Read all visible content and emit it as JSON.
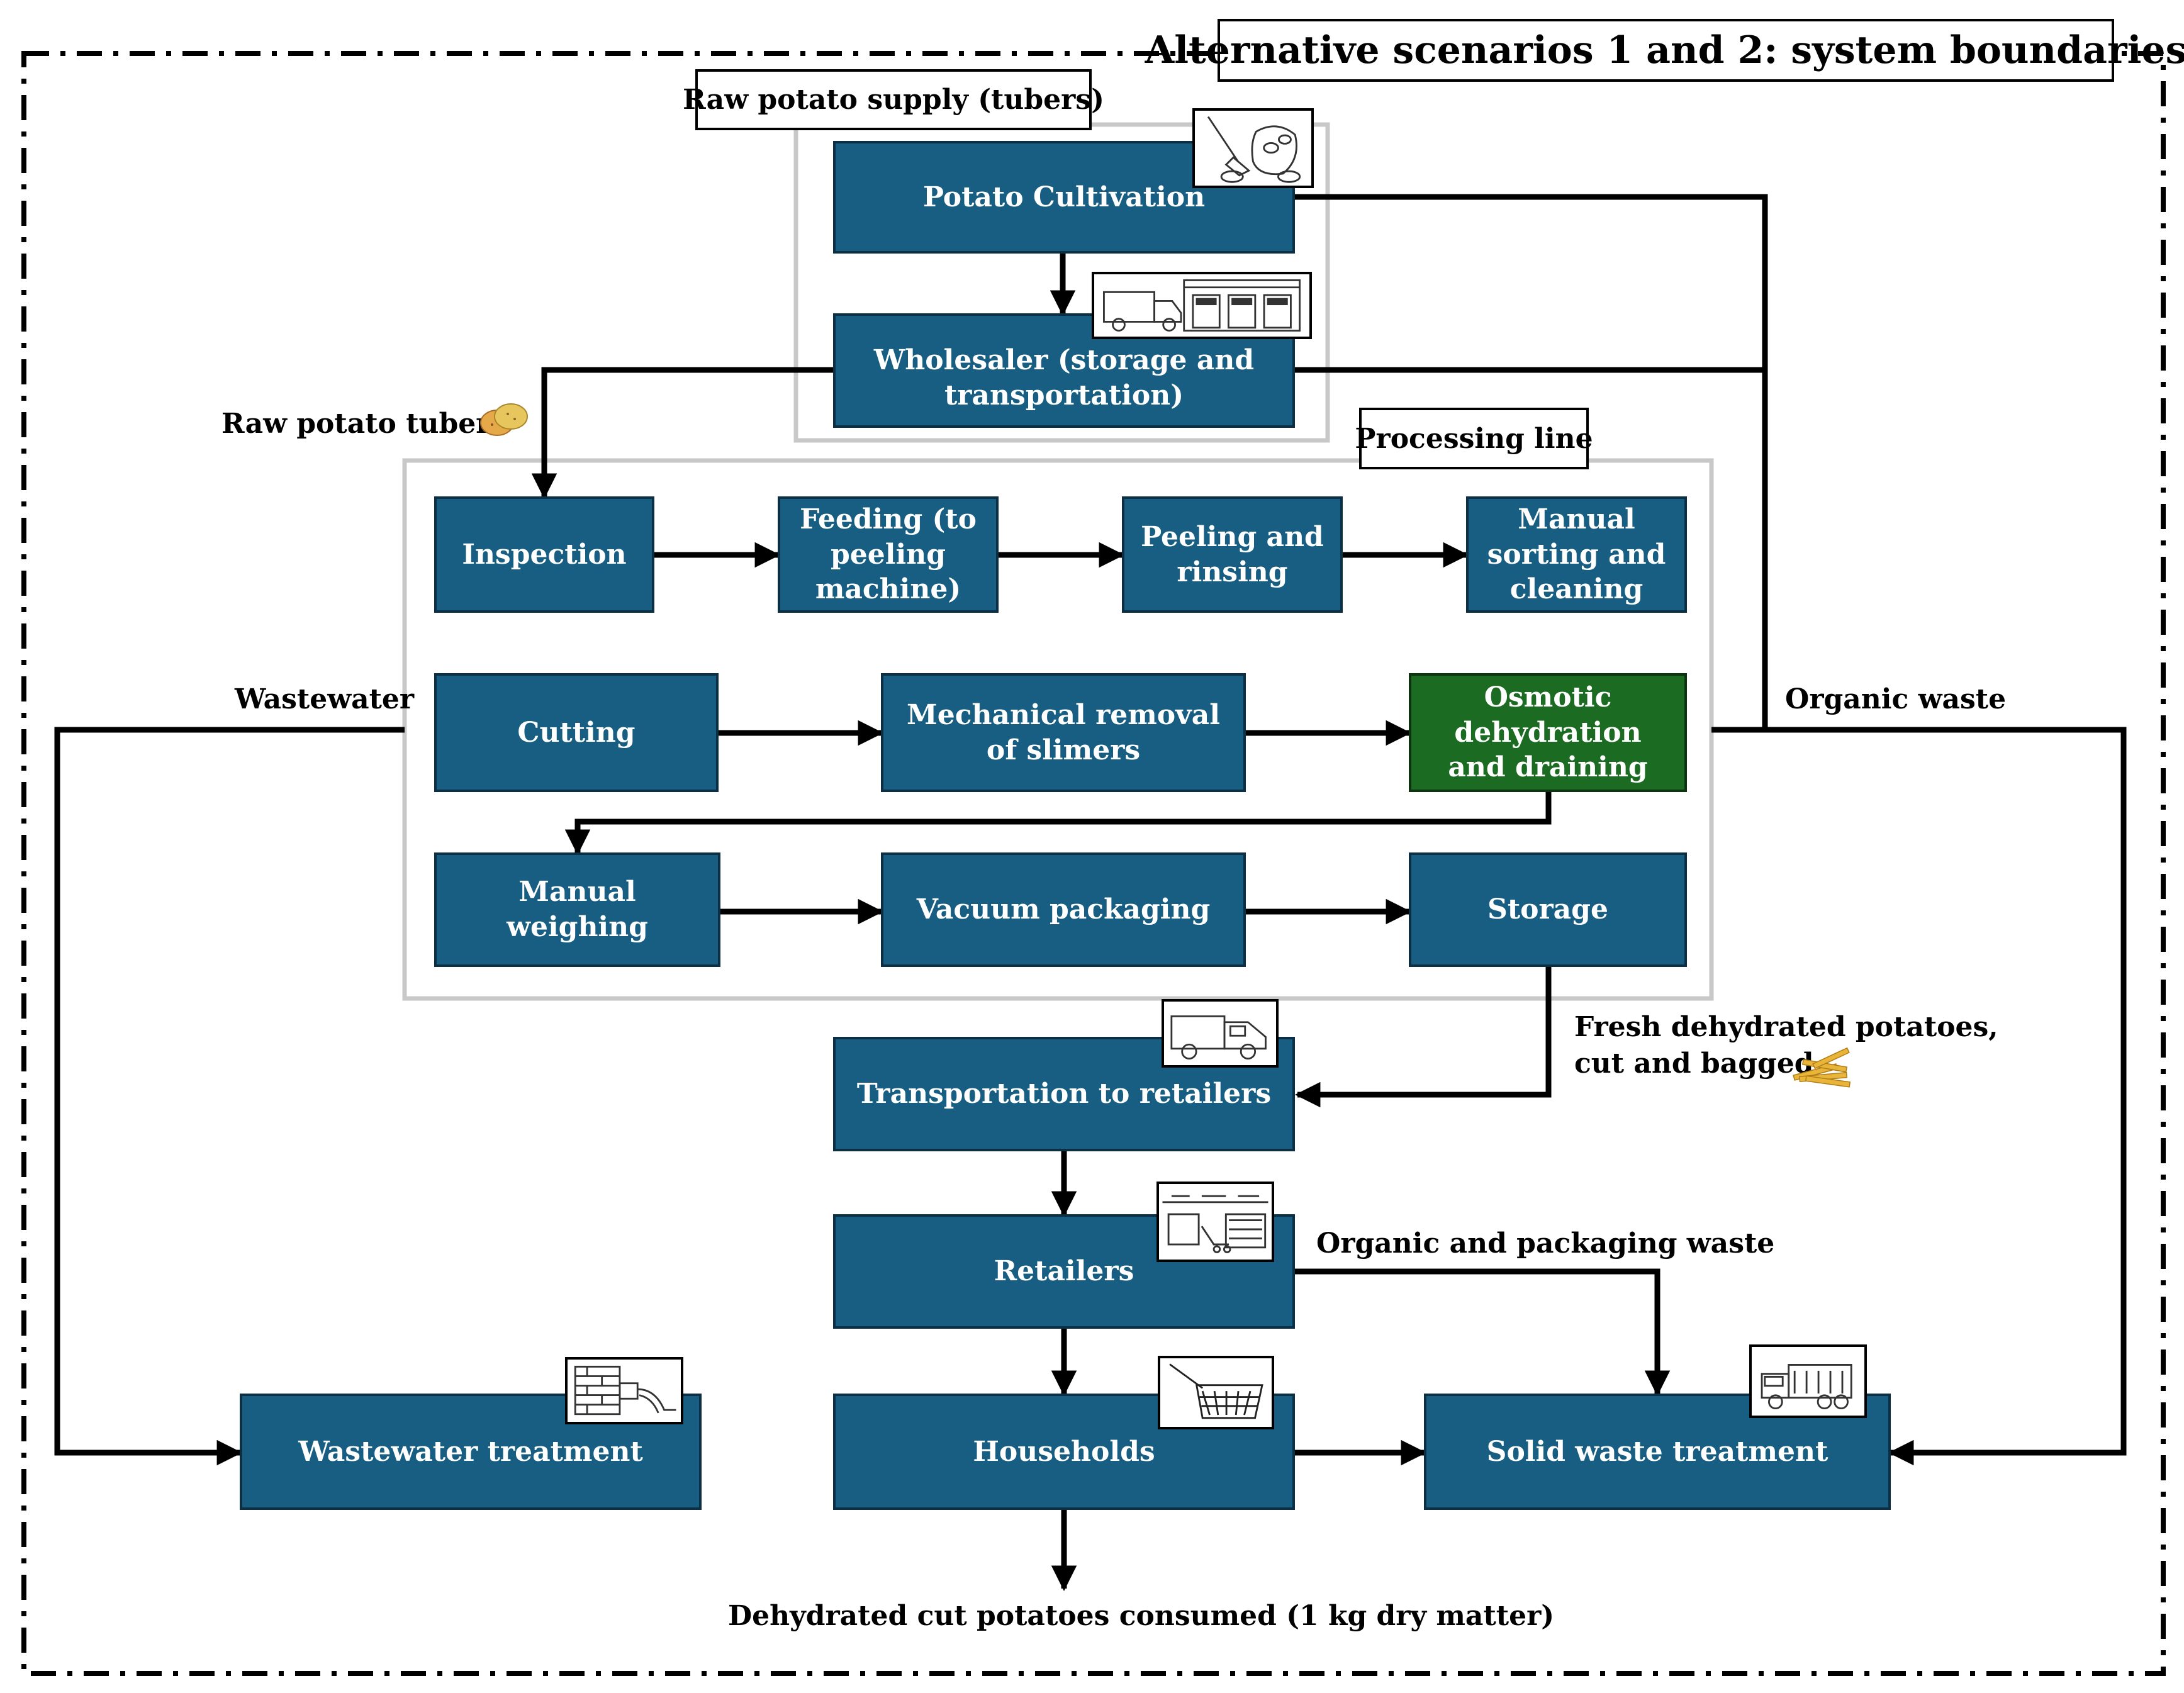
{
  "title": "Alternative scenarios 1 and 2: system boundaries",
  "groups": {
    "raw_supply": "Raw potato supply (tubers)",
    "processing_line": "Processing line"
  },
  "nodes": {
    "potato_cultivation": "Potato Cultivation",
    "wholesaler": "Wholesaler (storage and transportation)",
    "inspection": "Inspection",
    "feeding": "Feeding (to peeling machine)",
    "peeling": "Peeling and rinsing",
    "manual_sorting": "Manual sorting and cleaning",
    "cutting": "Cutting",
    "mechanical_removal": "Mechanical removal of slimers",
    "osmotic": "Osmotic dehydration and draining",
    "manual_weighing": "Manual weighing",
    "vacuum_packaging": "Vacuum packaging",
    "storage": "Storage",
    "transportation": "Transportation to retailers",
    "retailers": "Retailers",
    "households": "Households",
    "wastewater_treatment": "Wastewater treatment",
    "solid_waste_treatment": "Solid waste treatment"
  },
  "edge_labels": {
    "raw_tubers": "Raw potato tubers",
    "wastewater": "Wastewater",
    "organic_waste": "Organic waste",
    "fresh_line1": "Fresh dehydrated potatoes,",
    "fresh_line2": "cut and bagged",
    "organic_packaging": "Organic and packaging waste",
    "consumed": "Dehydrated cut potatoes consumed (1 kg dry matter)"
  },
  "icons": {
    "cultivation": "potato-sack-shovel-icon",
    "wholesaler": "truck-warehouse-icon",
    "transport": "delivery-truck-icon",
    "retailers": "supermarket-icon",
    "households": "frying-basket-icon",
    "solid_waste": "garbage-truck-icon",
    "wastewater": "sewer-outflow-icon",
    "tubers": "potato-tubers-icon",
    "fries": "french-fries-icon"
  },
  "colors": {
    "box_fill": "#175e82",
    "highlight_fill": "#1c6b22",
    "group_border": "#c8c8c8"
  }
}
